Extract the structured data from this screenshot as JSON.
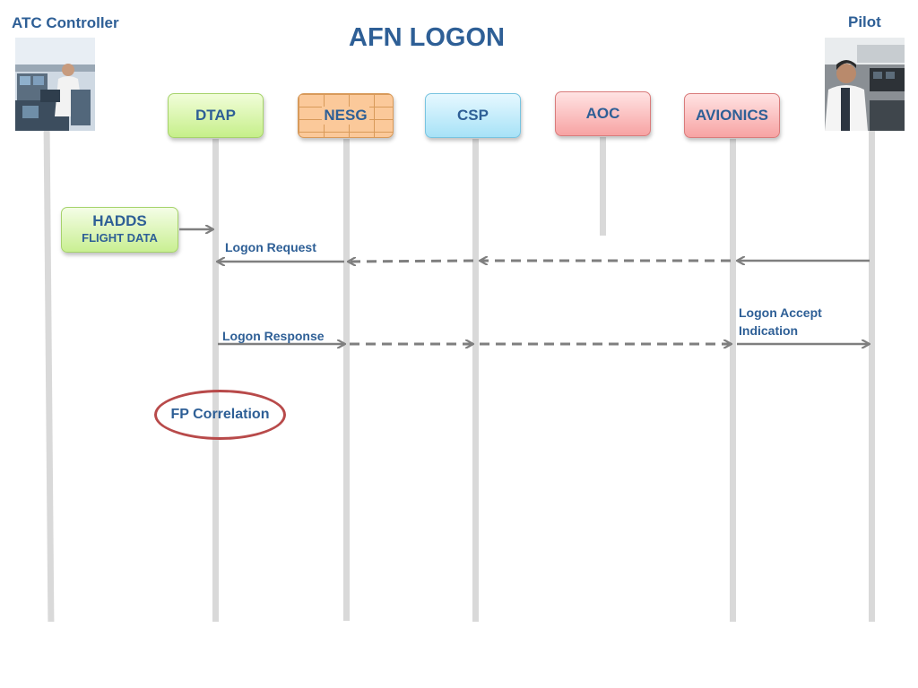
{
  "title": "AFN LOGON",
  "actors": {
    "atc": "ATC Controller",
    "pilot": "Pilot"
  },
  "nodes": {
    "dtap": "DTAP",
    "nesg": "NESG",
    "csp": "CSP",
    "aoc": "AOC",
    "avionics": "AVIONICS"
  },
  "hadds": {
    "line1": "HADDS",
    "line2": "FLIGHT DATA"
  },
  "messages": {
    "logon_request": "Logon Request",
    "logon_response": "Logon Response",
    "logon_accept_line1": "Logon Accept",
    "logon_accept_line2": "Indication"
  },
  "fp_correlation": "FP Correlation",
  "colors": {
    "text": "#2e5f96",
    "arrow": "#7f7f7f",
    "lifeline": "#d9d9d9",
    "ellipse": "#b84a4a"
  }
}
